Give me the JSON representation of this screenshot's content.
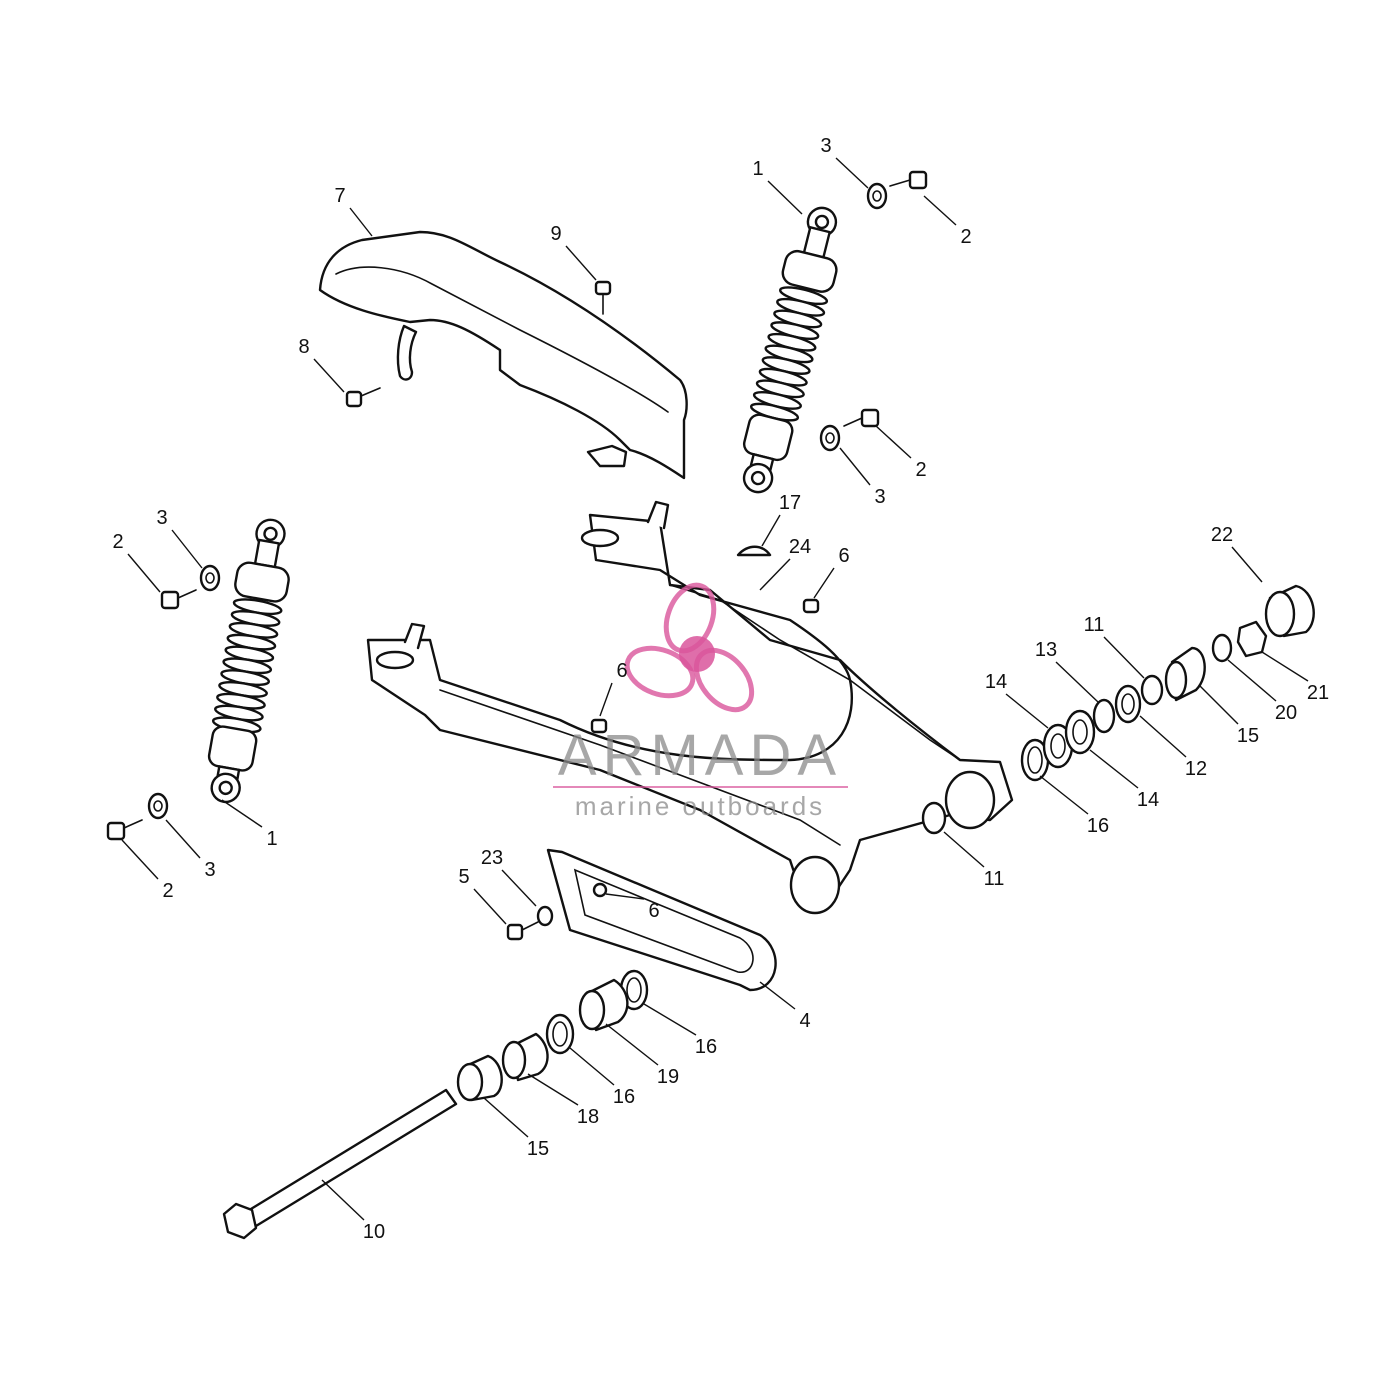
{
  "diagram": {
    "callouts": [
      {
        "label": "1",
        "part": "shock-absorber-right-top"
      },
      {
        "label": "3",
        "part": "washer-right-top"
      },
      {
        "label": "2",
        "part": "bolt-right-top"
      },
      {
        "label": "7",
        "part": "chain-guard"
      },
      {
        "label": "9",
        "part": "screw-chain-guard"
      },
      {
        "label": "8",
        "part": "bolt-chain-guard"
      },
      {
        "label": "2",
        "part": "bolt-right-bottom"
      },
      {
        "label": "3",
        "part": "washer-right-bottom"
      },
      {
        "label": "17",
        "part": "clip"
      },
      {
        "label": "24",
        "part": "swingarm"
      },
      {
        "label": "6",
        "part": "grommet-upper"
      },
      {
        "label": "22",
        "part": "dust-cap"
      },
      {
        "label": "2",
        "part": "bolt-left-top"
      },
      {
        "label": "3",
        "part": "washer-left-top"
      },
      {
        "label": "6",
        "part": "grommet-middle"
      },
      {
        "label": "11",
        "part": "seal-upper"
      },
      {
        "label": "13",
        "part": "circlip"
      },
      {
        "label": "14",
        "part": "bearing-outer"
      },
      {
        "label": "15",
        "part": "spacer-right"
      },
      {
        "label": "21",
        "part": "nut"
      },
      {
        "label": "20",
        "part": "washer-axle"
      },
      {
        "label": "12",
        "part": "washer-thrust"
      },
      {
        "label": "14",
        "part": "bearing-inner"
      },
      {
        "label": "16",
        "part": "seal-right"
      },
      {
        "label": "1",
        "part": "shock-absorber-left"
      },
      {
        "label": "3",
        "part": "washer-left-bottom"
      },
      {
        "label": "2",
        "part": "bolt-left-bottom"
      },
      {
        "label": "11",
        "part": "seal-pivot"
      },
      {
        "label": "23",
        "part": "washer-small"
      },
      {
        "label": "5",
        "part": "bolt-chain-slider"
      },
      {
        "label": "6",
        "part": "grommet-slider"
      },
      {
        "label": "4",
        "part": "chain-slider"
      },
      {
        "label": "16",
        "part": "seal-outer"
      },
      {
        "label": "19",
        "part": "spacer-19"
      },
      {
        "label": "16",
        "part": "seal-inner"
      },
      {
        "label": "18",
        "part": "sleeve-18"
      },
      {
        "label": "15",
        "part": "spacer-left"
      },
      {
        "label": "10",
        "part": "pivot-axle"
      }
    ]
  },
  "watermark": {
    "brand": "ARMADA",
    "tagline": "marine outboards",
    "color_icon": "#d9559b",
    "color_text": "#8a8a8a"
  }
}
